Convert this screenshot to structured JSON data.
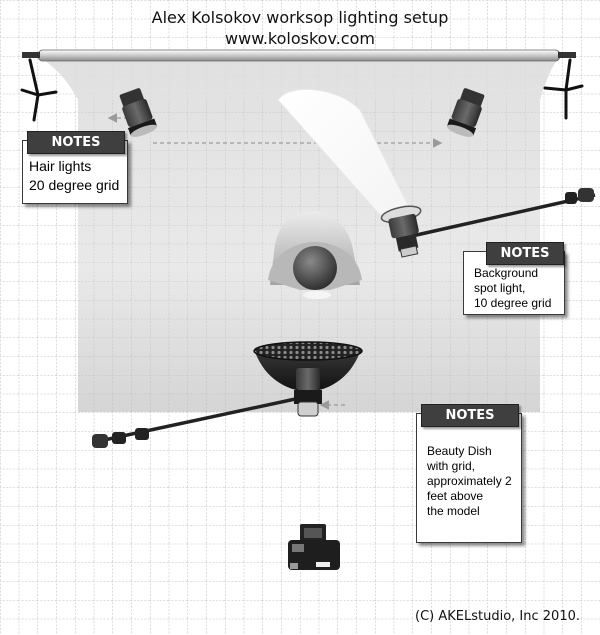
{
  "title": {
    "line1": "Alex Kolsokov worksop lighting setup",
    "line2": "www.koloskov.com"
  },
  "notes": [
    {
      "heading": "NOTES",
      "text": "Hair lights\n20 degree grid"
    },
    {
      "heading": "NOTES",
      "text": "Background\n spot light,\n10 degree grid"
    },
    {
      "heading": "NOTES",
      "text": "Beauty Dish\nwith grid,\napproximately 2\nfeet above\nthe model"
    }
  ],
  "copyright": "(C) AKELstudio, Inc 2010.",
  "colors": {
    "grid_line": "#a9a9a9",
    "backdrop": "#e4e4e4",
    "note_header": "#3f3f3f",
    "equipment": "#2b2b2b",
    "arrow": "#9a9a9a"
  },
  "icons": [
    "light-stand-icon",
    "hair-light-icon",
    "spot-light-icon",
    "beauty-dish-icon",
    "boom-arm-icon",
    "model-icon",
    "camera-icon"
  ]
}
